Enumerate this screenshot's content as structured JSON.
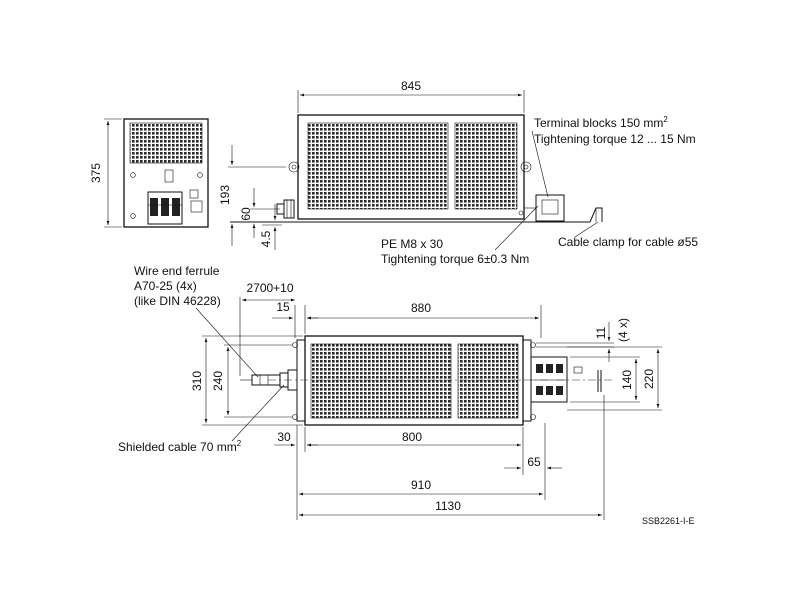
{
  "dimensions": {
    "d845": "845",
    "d375": "375",
    "d193": "193",
    "d60": "60",
    "d45": "4.5",
    "d2700": "2700+10",
    "d15": "15",
    "d880": "880",
    "d11": "11",
    "d4x": "(4 x)",
    "d310": "310",
    "d240": "240",
    "d140": "140",
    "d220": "220",
    "d30": "30",
    "d800": "800",
    "d65": "65",
    "d910": "910",
    "d1130": "1130"
  },
  "annotations": {
    "terminal_blocks": "Terminal blocks 150 mm",
    "terminal_blocks_sup": "2",
    "tightening_12_15": "Tightening torque 12 ... 15 Nm",
    "pe_m8": "PE M8 x 30",
    "tightening_6": "Tightening torque 6±0.3 Nm",
    "cable_clamp": "Cable clamp for cable ø55",
    "wire_end_1": "Wire end ferrule",
    "wire_end_2": "A70-25 (4x)",
    "wire_end_3": "(like DIN 46228)",
    "shielded_cable": "Shielded cable 70 mm",
    "shielded_cable_sup": "2",
    "drawing_code": "SSB2261-I-E"
  }
}
